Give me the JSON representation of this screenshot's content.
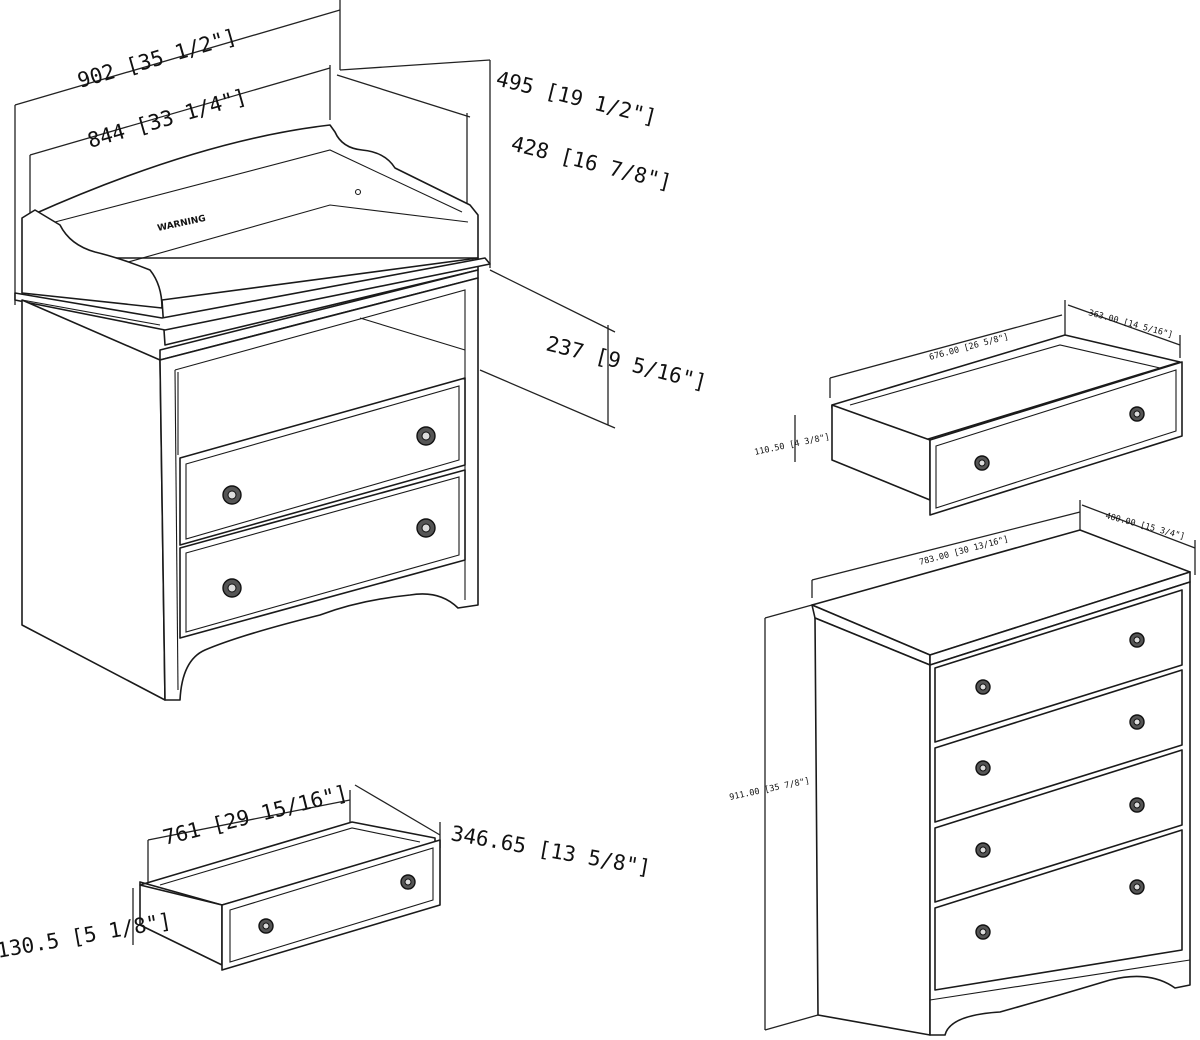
{
  "changing_table": {
    "width_label": "902 [35 1/2\"]",
    "inner_width_label": "844 [33 1/4\"]",
    "depth_label": "495 [19 1/2\"]",
    "inner_depth_label": "428 [16 7/8\"]",
    "shelf_height_label": "237 [9 5/16\"]",
    "warning_label": "WARNING"
  },
  "changing_table_drawer": {
    "width_label": "761 [29 15/16\"]",
    "depth_label": "346.65 [13 5/8\"]",
    "height_label": "130.5 [5 1/8\"]"
  },
  "chest_drawer": {
    "width_label": "676.00 [26 5/8\"]",
    "depth_label": "363.00 [14 5/16\"]",
    "height_label": "110.50 [4 3/8\"]"
  },
  "chest": {
    "width_label": "783.00 [30 13/16\"]",
    "depth_label": "400.00 [15 3/4\"]",
    "height_label": "911.00 [35 7/8\"]"
  }
}
